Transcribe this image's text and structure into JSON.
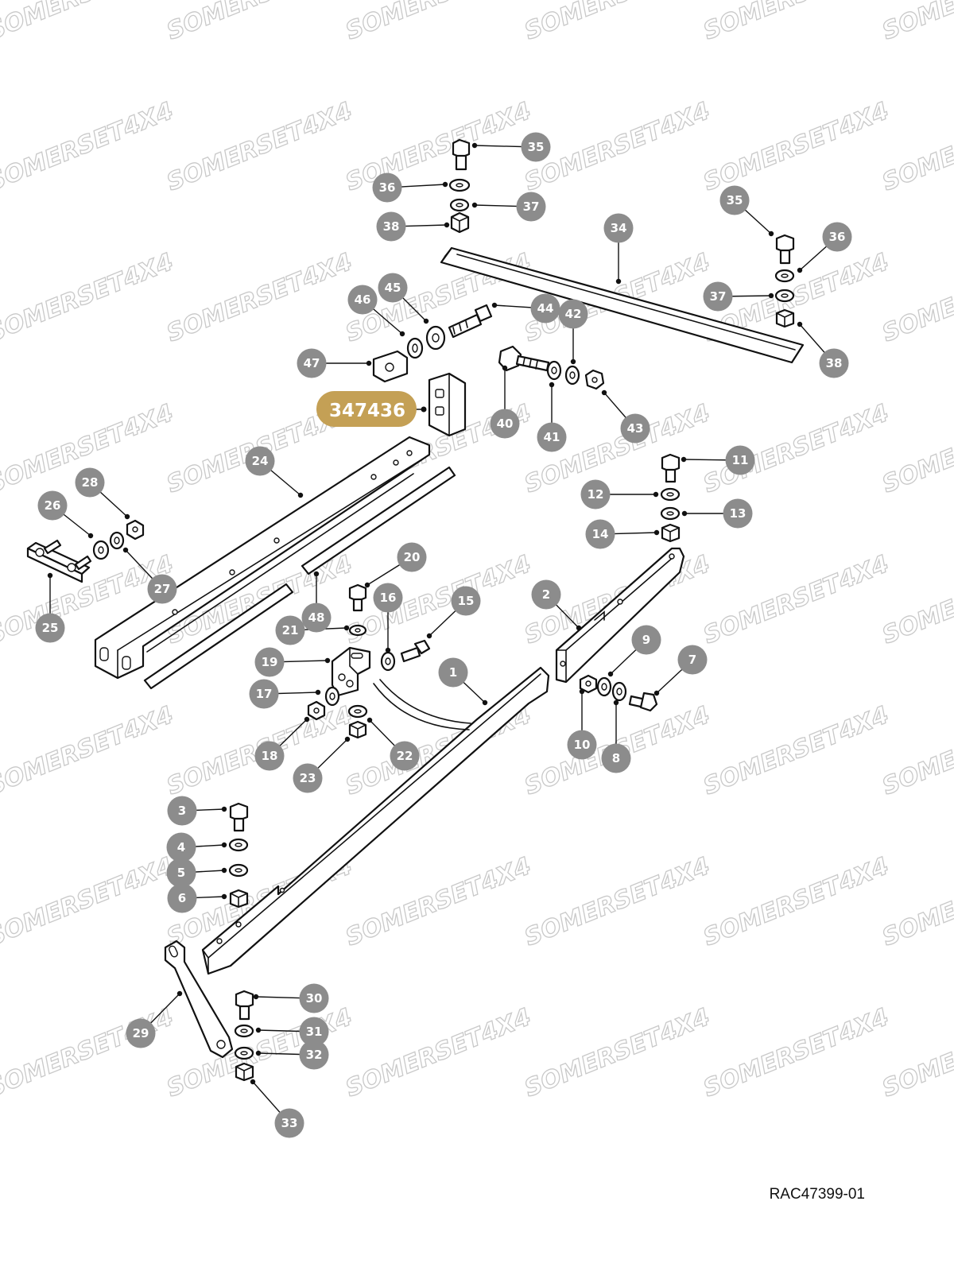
{
  "watermark": {
    "text": "SOMERSET4X4",
    "color": "#c9c9c9"
  },
  "highlight": {
    "label": "347436",
    "color": "#c4a055"
  },
  "callout_color": "#8c8c8c",
  "reference_code": "RAC47399-01",
  "callouts": [
    "35",
    "36",
    "37",
    "38",
    "34",
    "35",
    "36",
    "37",
    "38",
    "45",
    "46",
    "44",
    "42",
    "47",
    "40",
    "41",
    "43",
    "24",
    "11",
    "12",
    "13",
    "14",
    "28",
    "26",
    "27",
    "25",
    "20",
    "16",
    "15",
    "2",
    "48",
    "21",
    "19",
    "9",
    "7",
    "1",
    "17",
    "10",
    "8",
    "18",
    "22",
    "23",
    "3",
    "4",
    "5",
    "6",
    "30",
    "31",
    "32",
    "29",
    "33"
  ]
}
